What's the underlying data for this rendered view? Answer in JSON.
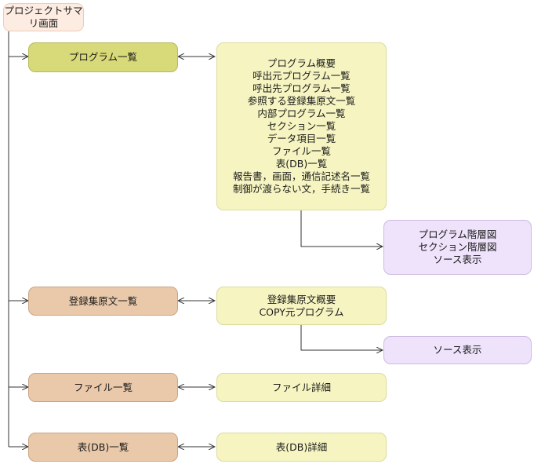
{
  "root": {
    "label": "プロジェクトサマリ画面"
  },
  "program_list": {
    "label": "プログラム一覧",
    "detail": [
      "プログラム概要",
      "呼出元プログラム一覧",
      "呼出先プログラム一覧",
      "参照する登録集原文一覧",
      "内部プログラム一覧",
      "セクション一覧",
      "データ項目一覧",
      "ファイル一覧",
      "表(DB)一覧",
      "報告書，画面，通信記述名一覧",
      "制御が渡らない文，手続き一覧"
    ],
    "sub": [
      "プログラム階層図",
      "セクション階層図",
      "ソース表示"
    ]
  },
  "copybook_list": {
    "label": "登録集原文一覧",
    "detail": [
      "登録集原文概要",
      "COPY元プログラム"
    ],
    "sub": [
      "ソース表示"
    ]
  },
  "file_list": {
    "label": "ファイル一覧",
    "detail": [
      "ファイル詳細"
    ]
  },
  "db_list": {
    "label": "表(DB)一覧",
    "detail": [
      "表(DB)詳細"
    ]
  },
  "colors": {
    "root": "#fdece2",
    "green": "#d8d978",
    "orange": "#eac9ab",
    "yellow": "#f6f5c2",
    "purple": "#efe3fb",
    "line": "#333333"
  }
}
